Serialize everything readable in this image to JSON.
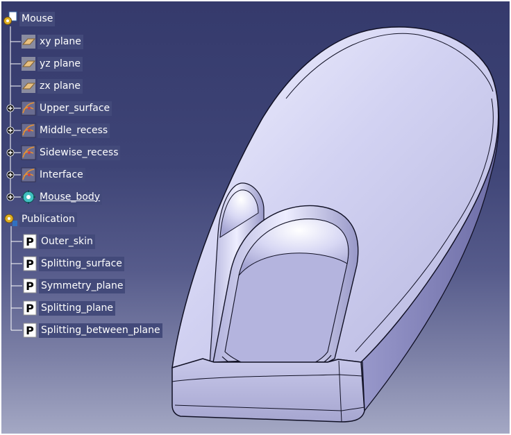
{
  "tree": {
    "root": {
      "label": "Mouse",
      "icon": "part-gear-icon"
    },
    "children": [
      {
        "label": "xy plane",
        "icon": "plane-icon",
        "expandable": false
      },
      {
        "label": "yz plane",
        "icon": "plane-icon",
        "expandable": false
      },
      {
        "label": "zx plane",
        "icon": "plane-icon",
        "expandable": false
      },
      {
        "label": "Upper_surface",
        "icon": "geometrical-set-icon",
        "expandable": true
      },
      {
        "label": "Middle_recess",
        "icon": "geometrical-set-icon",
        "expandable": true
      },
      {
        "label": "Sidewise_recess",
        "icon": "geometrical-set-icon",
        "expandable": true
      },
      {
        "label": "Interface",
        "icon": "geometrical-set-icon",
        "expandable": true
      },
      {
        "label": "Mouse_body",
        "icon": "body-gear-icon",
        "expandable": true,
        "underlined": true
      }
    ],
    "publication": {
      "label": "Publication",
      "icon": "publication-gear-icon",
      "items": [
        {
          "label": "Outer_skin",
          "icon": "published-element-icon"
        },
        {
          "label": "Splitting_surface",
          "icon": "published-element-icon"
        },
        {
          "label": "Symmetry_plane",
          "icon": "published-element-icon"
        },
        {
          "label": "Splitting_plane",
          "icon": "published-element-icon"
        },
        {
          "label": "Splitting_between_plane",
          "icon": "published-element-icon"
        }
      ]
    }
  },
  "viewport": {
    "background_top": "#353a6c",
    "background_bottom": "#a4a8c4",
    "model": "mouse-solid-part"
  }
}
